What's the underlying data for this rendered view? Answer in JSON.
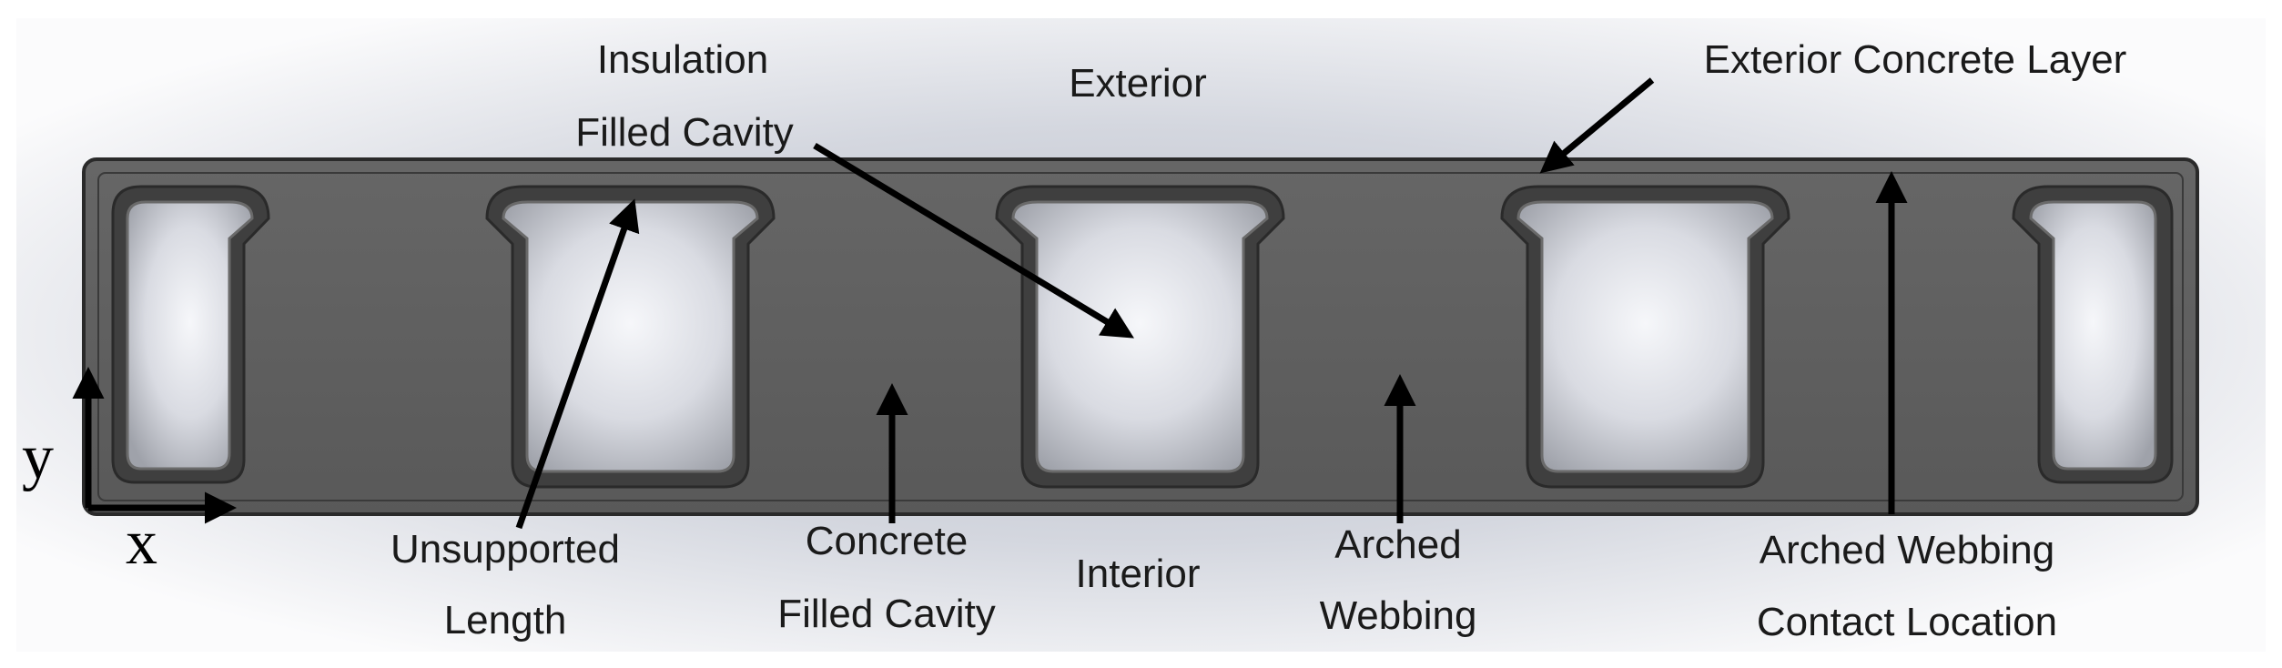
{
  "labels": {
    "insulation_line1": "Insulation",
    "insulation_line2": "Filled Cavity",
    "exterior": "Exterior",
    "exterior_concrete_layer": "Exterior Concrete Layer",
    "unsupported_line1": "Unsupported",
    "unsupported_line2": "Length",
    "concrete_line1": "Concrete",
    "concrete_line2": "Filled Cavity",
    "interior": "Interior",
    "arched_line1": "Arched",
    "arched_line2": "Webbing",
    "contact_line1": "Arched Webbing",
    "contact_line2": "Contact Location"
  },
  "axes": {
    "x": "x",
    "y": "y"
  },
  "colors": {
    "panel": "#5f5f5f",
    "panel_edge": "#2a2a2a",
    "cavity_light": "#f4f5f9",
    "cavity_dark": "#a9abb3",
    "background_glow": "#c4c8d3",
    "arrow": "#000000"
  }
}
